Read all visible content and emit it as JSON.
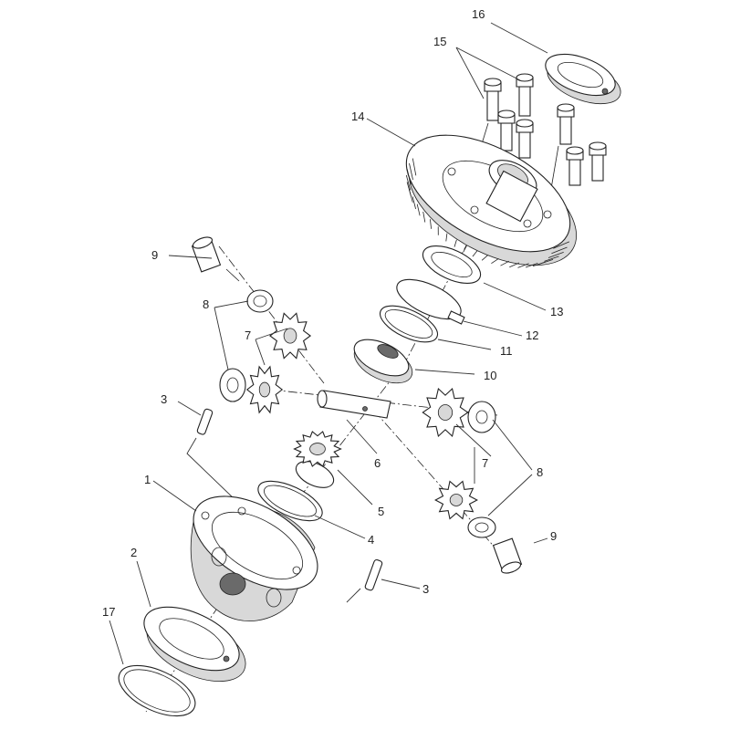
{
  "diagram": {
    "callouts": {
      "c1": "1",
      "c2": "2",
      "c3a": "3",
      "c3b": "3",
      "c4": "4",
      "c5": "5",
      "c6": "6",
      "c7a": "7",
      "c7b": "7",
      "c8a": "8",
      "c8b": "8",
      "c9a": "9",
      "c9b": "9",
      "c10": "10",
      "c11": "11",
      "c12": "12",
      "c13": "13",
      "c14": "14",
      "c15": "15",
      "c16": "16",
      "c17": "17"
    }
  }
}
